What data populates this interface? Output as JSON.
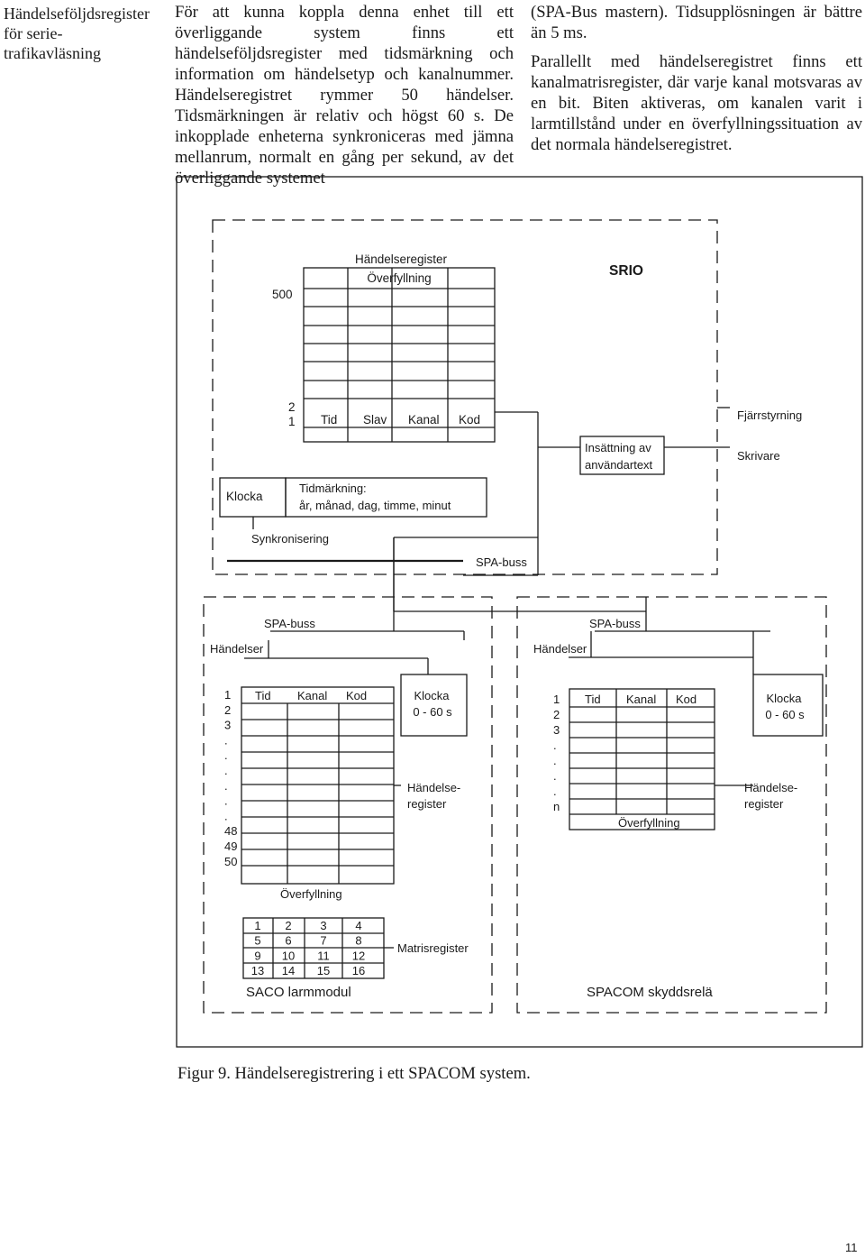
{
  "side_heading": "Händelseföljdsregister för serie-trafikavläsning",
  "column_left": "För att kunna koppla denna enhet till ett överliggande system finns ett händelseföljdsregister med tidsmärkning och information om händelsetyp och kanalnummer. Händelseregistret rymmer 50 händelser. Tidsmärkningen är relativ och högst 60 s. De inkopplade enheterna synkroniceras med jämna mellanrum, normalt en gång per sekund, av det överliggande systemet",
  "column_right": [
    "(SPA-Bus mastern). Tidsupplösningen är bättre än 5 ms.",
    "Parallellt med händelseregistret finns ett kanalmatrisregister, där varje kanal motsvaras av en bit. Biten aktiveras, om kanalen varit i larmtillstånd under en överfyllningssituation av det normala händelseregistret."
  ],
  "figure": {
    "srio": {
      "title": "SRIO",
      "register_title": "Händelseregister",
      "overflow": "Överfyllning",
      "count_500": "500",
      "row_2": "2",
      "row_1": "1",
      "col_tid": "Tid",
      "col_slav": "Slav",
      "col_kanal": "Kanal",
      "col_kod": "Kod",
      "remote": "Fjärrstyrning",
      "printer": "Skrivare",
      "user_text": [
        "Insättning av",
        "användartext"
      ],
      "clock": "Klocka",
      "timestamp": [
        "Tidmärkning:",
        "år, månad, dag, timme, minut"
      ],
      "sync": "Synkronisering",
      "spa_bus": "SPA-buss"
    },
    "saco": {
      "spa_bus": "SPA-buss",
      "events": "Händelser",
      "row_numbers": [
        "1",
        "2",
        "3",
        ".",
        ".",
        ".",
        ".",
        ".",
        ".",
        "48",
        "49",
        "50"
      ],
      "col_tid": "Tid",
      "col_kanal": "Kanal",
      "col_kod": "Kod",
      "overflow": "Överfyllning",
      "clock": [
        "Klocka",
        "0 - 60 s"
      ],
      "event_register": [
        "Händelse-",
        "register"
      ],
      "matrix": [
        [
          "1",
          "2",
          "3",
          "4"
        ],
        [
          "5",
          "6",
          "7",
          "8"
        ],
        [
          "9",
          "10",
          "11",
          "12"
        ],
        [
          "13",
          "14",
          "15",
          "16"
        ]
      ],
      "matrix_label": "Matrisregister",
      "module_name": "SACO larmmodul"
    },
    "spacom": {
      "spa_bus": "SPA-buss",
      "events": "Händelser",
      "row_numbers": [
        "1",
        "2",
        "3",
        ".",
        ".",
        ".",
        ".",
        "n"
      ],
      "col_tid": "Tid",
      "col_kanal": "Kanal",
      "col_kod": "Kod",
      "overflow": "Överfyllning",
      "clock": [
        "Klocka",
        "0 - 60 s"
      ],
      "event_register": [
        "Händelse-",
        "register"
      ],
      "module_name": "SPACOM skyddsrelä"
    }
  },
  "caption": "Figur 9. Händelseregistrering i ett SPACOM system.",
  "page_number": "11"
}
